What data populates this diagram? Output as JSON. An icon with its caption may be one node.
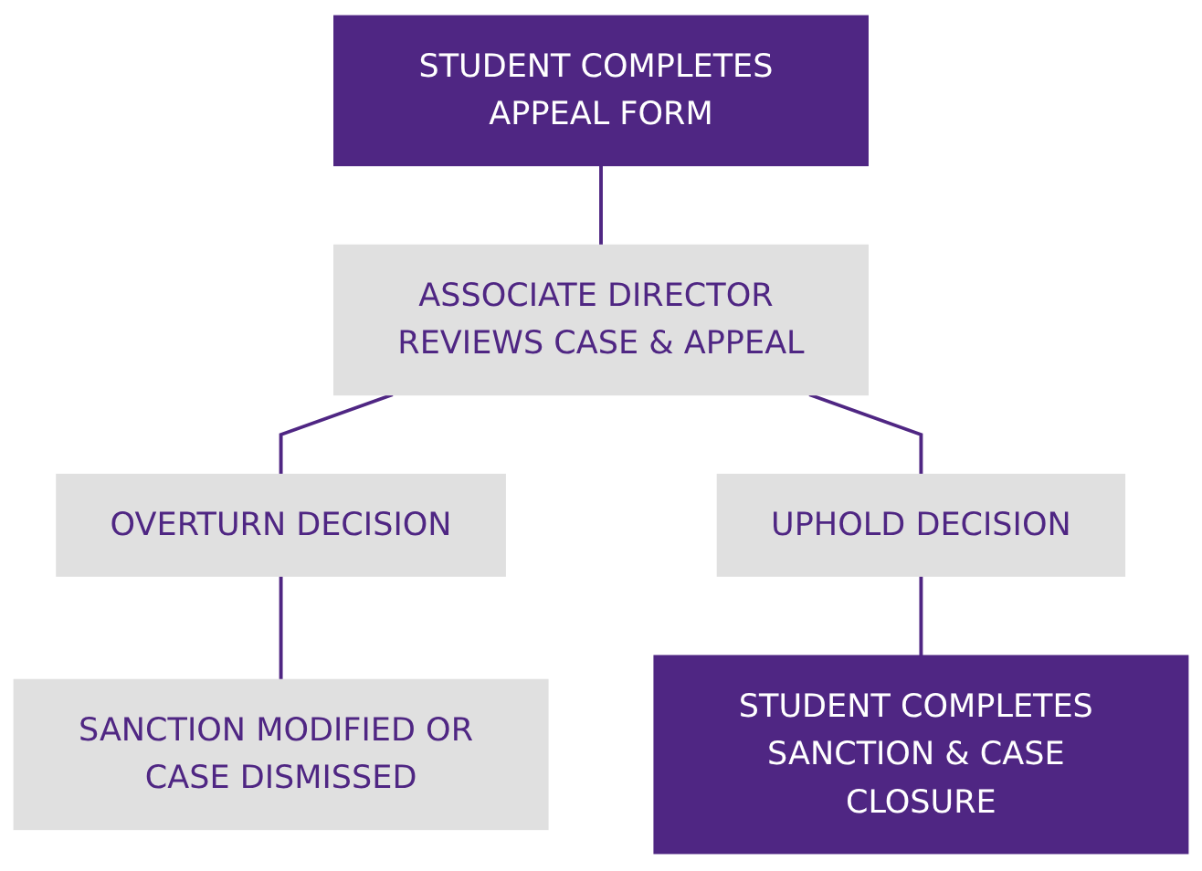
{
  "diagram": {
    "nodes": [
      {
        "text": [
          "STUDENT COMPLETES APPEAL FORM"
        ]
      },
      {
        "text": [
          "ASSOCIATE DIRECTOR REVIEWS CASE & APPEAL"
        ]
      },
      {
        "text": [
          "OVERTURN DECISION"
        ]
      },
      {
        "text": [
          "UPHOLD DECISION"
        ]
      },
      {
        "text": [
          "SANCTION MODIFIED OR CASE DISMISSED"
        ]
      },
      {
        "text": [
          "STUDENT COMPLETES SANCTION & CASE CLOSURE"
        ]
      }
    ],
    "edges": [
      {
        "from": 0,
        "to": 1,
        "arrow": "none"
      },
      {
        "from": 1,
        "to": 2,
        "arrow": "none"
      },
      {
        "from": 1,
        "to": 3,
        "arrow": "none"
      },
      {
        "from": 2,
        "to": 4,
        "arrow": "none"
      },
      {
        "from": 3,
        "to": 5,
        "arrow": "none"
      }
    ]
  }
}
